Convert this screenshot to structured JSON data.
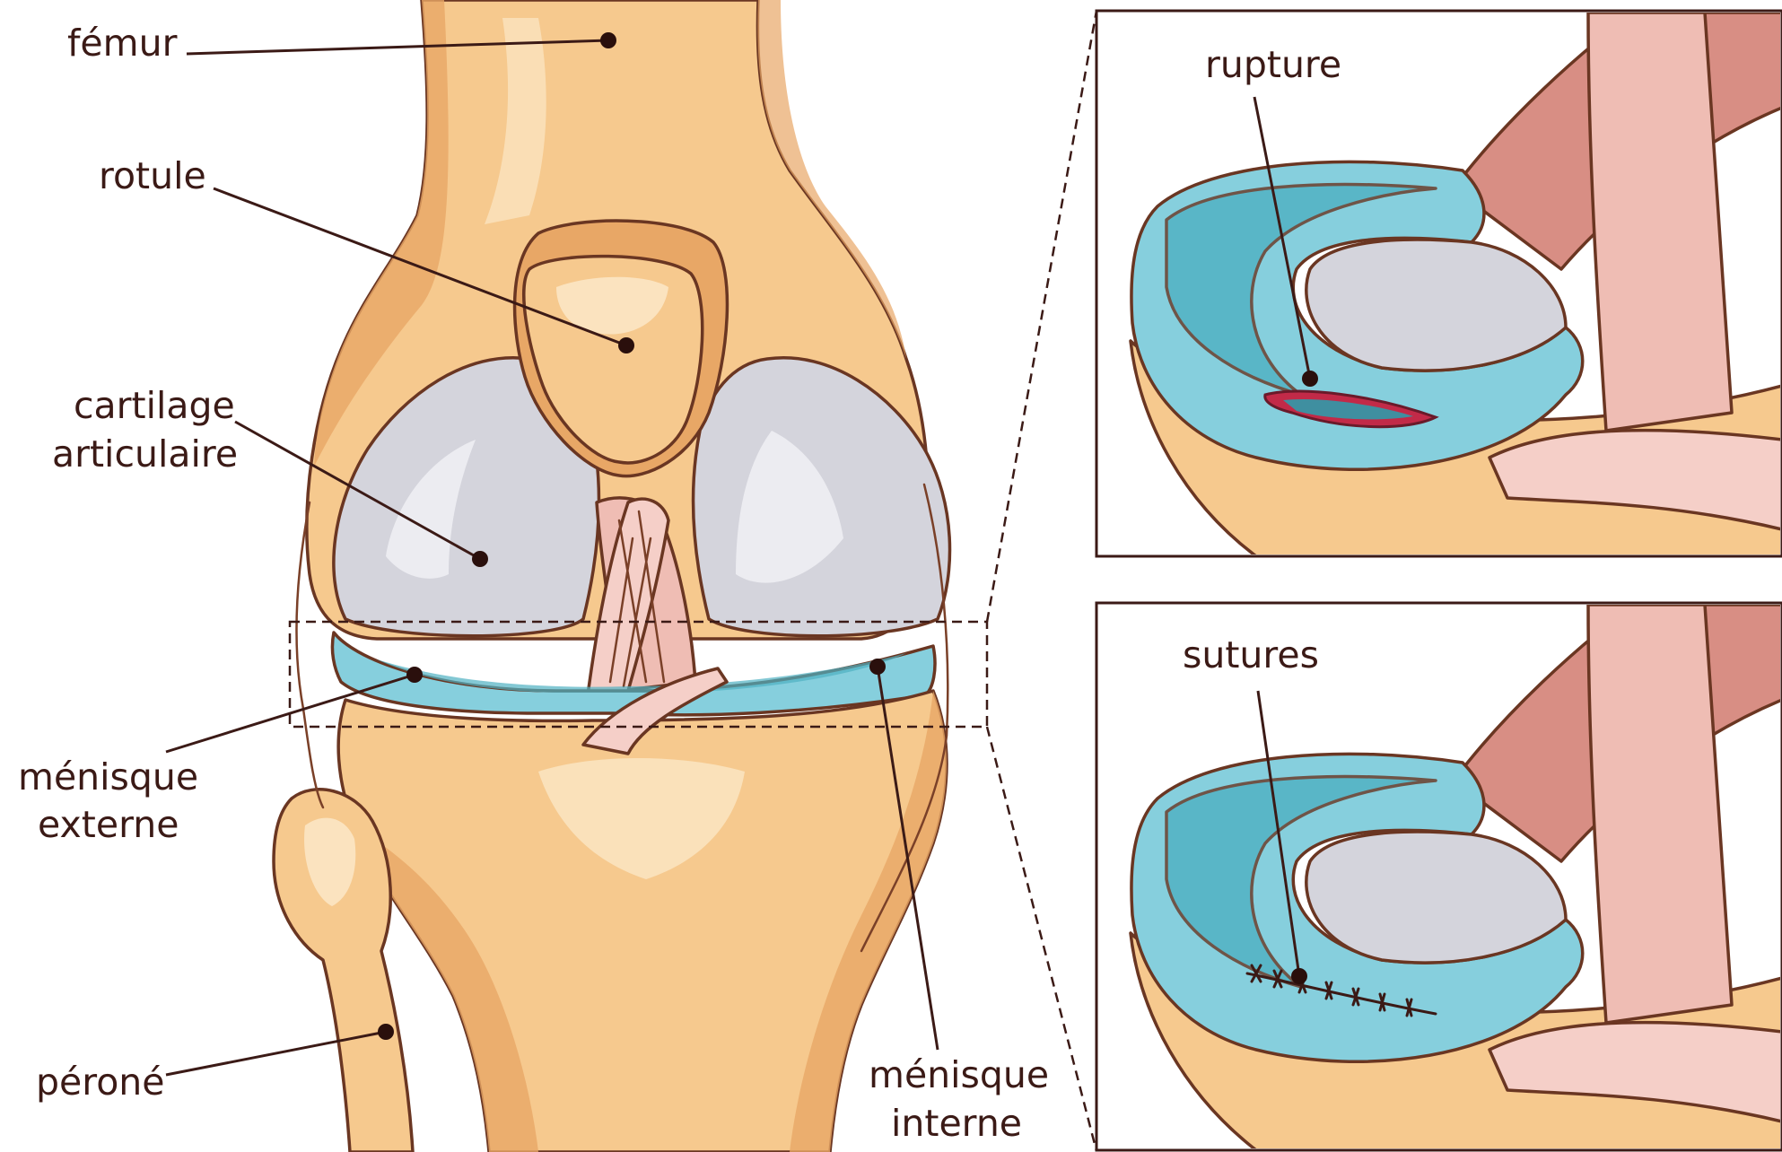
{
  "labels": {
    "femur": "fémur",
    "rotule": "rotule",
    "cartilage_line1": "cartilage",
    "cartilage_line2": "articulaire",
    "menisque_externe_line1": "ménisque",
    "menisque_externe_line2": "externe",
    "perone": "péroné",
    "menisque_interne_line1": "ménisque",
    "menisque_interne_line2": "interne",
    "rupture": "rupture",
    "sutures": "sutures"
  },
  "colors": {
    "bone": "#f6c98e",
    "bone_shadow": "#e8a766",
    "bone_light": "#fbe3bf",
    "cartilage": "#d4d4dc",
    "cartilage_light": "#ececf1",
    "meniscus": "#86cfdd",
    "meniscus_dark": "#4fb0c2",
    "ligament": "#efbdb4",
    "ligament_dark": "#d88e84",
    "tear": "#c22a48",
    "outline": "#6a3622"
  }
}
